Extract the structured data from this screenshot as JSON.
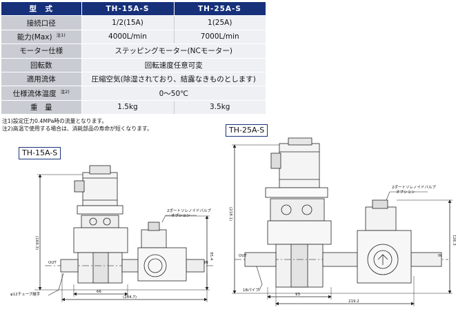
{
  "spec_table": {
    "header": {
      "label": "型　式",
      "col1": "TH-15A-S",
      "col2": "TH-25A-S"
    },
    "rows": [
      {
        "label": "接続口径",
        "note": "",
        "col1": "1/2(15A)",
        "col2": "1(25A)",
        "merged": ""
      },
      {
        "label": "能力(Max)",
        "note": "注1)",
        "col1": "4000L/min",
        "col2": "7000L/min",
        "merged": ""
      },
      {
        "label": "モーター仕様",
        "note": "",
        "col1": "",
        "col2": "",
        "merged": "ステッピングモーター(NCモーター)"
      },
      {
        "label": "回転数",
        "note": "",
        "col1": "",
        "col2": "",
        "merged": "回転速度任意可変"
      },
      {
        "label": "適用流体",
        "note": "",
        "col1": "",
        "col2": "",
        "merged": "圧縮空気(除湿されており、結露なきものとします)"
      },
      {
        "label": "仕様流体温度",
        "note": "注2)",
        "col1": "",
        "col2": "",
        "merged": "0〜50℃"
      },
      {
        "label": "重　量",
        "note": "",
        "col1": "1.5kg",
        "col2": "3.5kg",
        "merged": ""
      }
    ]
  },
  "notes": [
    "注1)設定圧力0.4MPa時の流量となります。",
    "注2)高温で使用する場合は、消耗部品の寿命が短くなります。"
  ],
  "drawing_15": {
    "tag": "TH-15A-S",
    "valve_label_1": "2ポートソレノイドバルブ",
    "valve_label_2": "オプション",
    "dim_height_total": "(169.3)",
    "dim_height_axis": "95.4",
    "dim_width_body": "66",
    "dim_width_total": "(204.7)",
    "out_label": "OUT",
    "in_label": "IN",
    "tube_label": "φ12チューブ継手"
  },
  "drawing_25": {
    "tag": "TH-25A-S",
    "valve_label_1": "2ポートソレノイドバルブ",
    "valve_label_2": "オプション",
    "dim_height_total": "(218.1)",
    "dim_height_axis": "126.3",
    "dim_width_body": "93",
    "dim_width_total": "219.2",
    "out_label": "OUT",
    "in_label": "IN",
    "pipe_label": "1Bパイプ"
  }
}
